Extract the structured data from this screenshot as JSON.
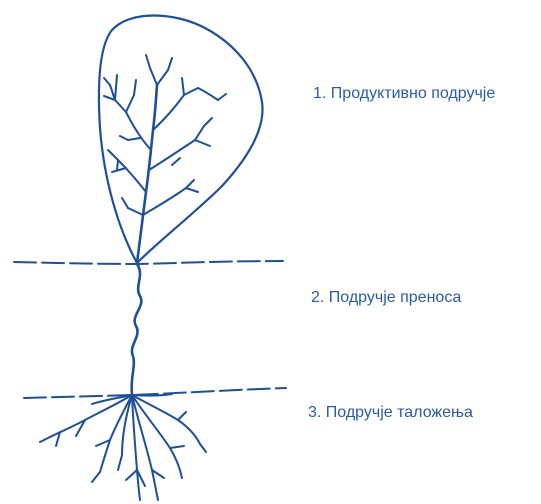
{
  "zones": [
    {
      "label": "1. Продуктивно подручје"
    },
    {
      "label": "2. Подручје преноса"
    },
    {
      "label": "3. Подручје таложења"
    }
  ],
  "colors": {
    "line": "#1f4f96",
    "text": "#2a5ba8",
    "background": "#ffffff"
  }
}
